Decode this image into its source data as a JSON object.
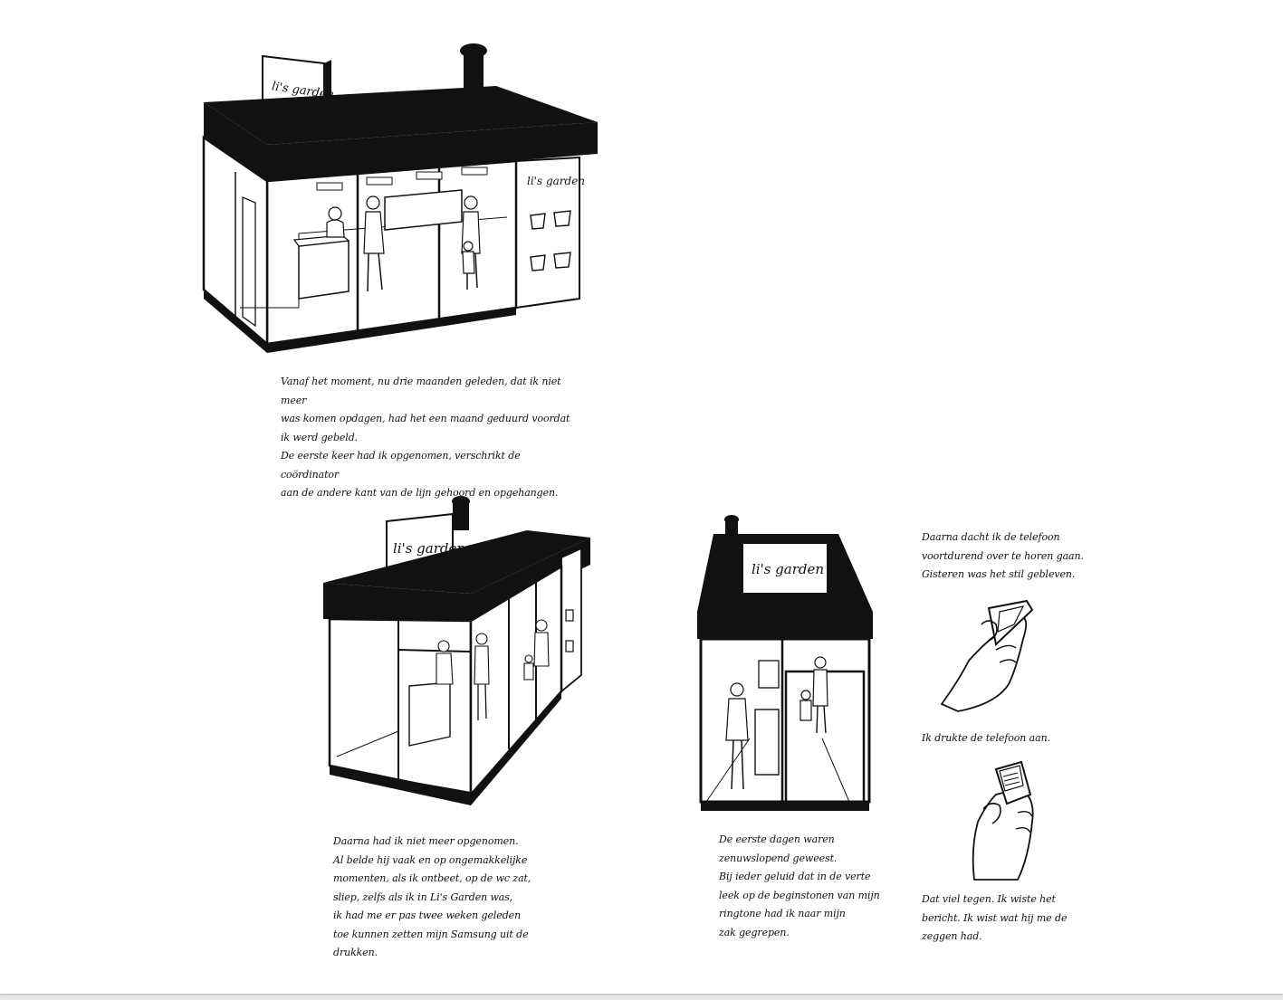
{
  "signage": {
    "shop_name": "li's garden"
  },
  "captions": {
    "c1": "Vanaf het moment, nu drie maanden geleden, dat ik niet meer\nwas komen opdagen, had het een maand geduurd voordat\nik werd gebeld.\nDe eerste keer had ik opgenomen, verschrikt de coördinator\naan de andere kant van de lijn gehoord en opgehangen.",
    "c2": "Daarna had ik niet meer opgenomen.\nAl belde hij vaak en op ongemakkelijke\nmomenten, als ik ontbeet, op de wc zat,\nsliep, zelfs als ik in Li's Garden was,\nik had me er pas twee weken geleden\ntoe kunnen zetten mijn Samsung uit de\ndrukken.",
    "c3": "De eerste dagen waren\nzenuwslopend geweest.\nBij ieder geluid dat in de verte\nleek op de beginstonen van mijn\nringtone had ik naar mijn\nzak gegrepen.",
    "c4": "Daarna dacht ik de telefoon\nvoortdurend over te horen gaan.\nGisteren was het stil gebleven.",
    "c5": "Ik drukte de telefoon aan.",
    "c6": "Dat viel tegen. Ik wiste het\nbericht. Ik wist wat hij me de\nzeggen had."
  }
}
